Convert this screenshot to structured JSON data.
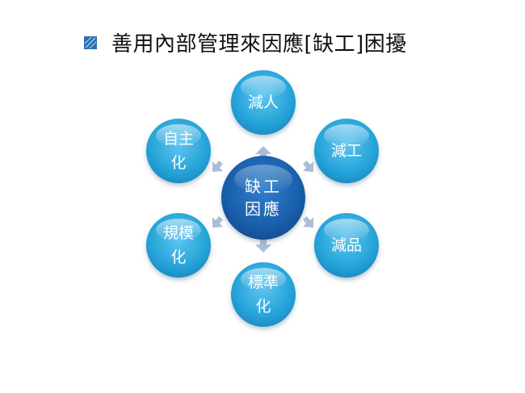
{
  "slide": {
    "title": "善用內部管理來因應[缺工]困擾",
    "bullet_icon": "bullet-square-icon"
  },
  "diagram": {
    "center": {
      "label": "缺工\n因應"
    },
    "nodes": [
      {
        "id": "reduce-people",
        "label": "減人"
      },
      {
        "id": "reduce-work",
        "label": "減工"
      },
      {
        "id": "reduce-products",
        "label": "減品"
      },
      {
        "id": "standardize",
        "label": "標準\n化"
      },
      {
        "id": "scale",
        "label": "規模\n化"
      },
      {
        "id": "autonomy",
        "label": "自主\n化"
      }
    ],
    "colors": {
      "outer_node": "#2aa8dc",
      "outer_node_light": "#6fcdf0",
      "center_node": "#1a62b0",
      "center_node_light": "#3d8ad6",
      "arrow": "#a9bdd6"
    }
  }
}
